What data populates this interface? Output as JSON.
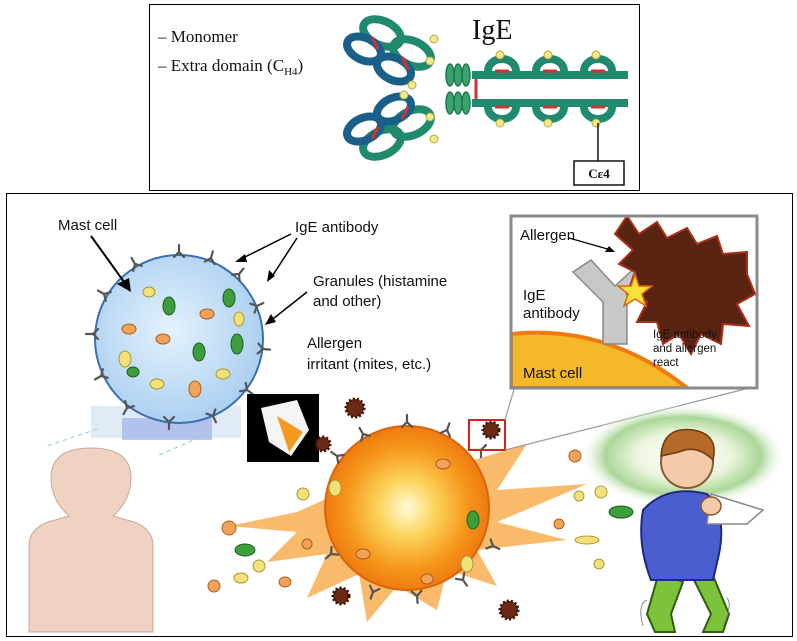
{
  "top": {
    "title": "IgE",
    "legend_monomer": "– Monomer",
    "legend_extra": "– Extra domain (C",
    "legend_extra_sub": "H4",
    "legend_extra_close": ")",
    "box_label": "Cε4"
  },
  "bottom": {
    "mast_cell": "Mast cell",
    "ige_antibody": "IgE antibody",
    "granules_line1": "Granules (histamine",
    "granules_line2": "and other)",
    "allergen_line1": "Allergen",
    "allergen_line2": "irritant (mites, etc.)",
    "inset": {
      "allergen": "Allergen",
      "ige_line1": "IgE",
      "ige_line2": "antibody",
      "mast_cell": "Mast cell",
      "react_line1": "IgE antibody",
      "react_line2": "and allergen",
      "react_line3": "react"
    }
  },
  "colors": {
    "heavy_chain": "#1f8a6e",
    "light_chain": "#1a5f8a",
    "mast_cell_fill": "#bcdcf6",
    "activated_cell": "#f59a1e",
    "allergen": "#6b2a14",
    "granule_orange": "#f3a25a",
    "granule_green": "#3e9e3e",
    "granule_yellow": "#f2e07a",
    "person_skin": "#f0d2c2"
  },
  "icons": [
    "antibody-icon",
    "allergen-particle-icon",
    "granule-icon",
    "person-silhouette-icon",
    "sneezing-child-icon"
  ]
}
